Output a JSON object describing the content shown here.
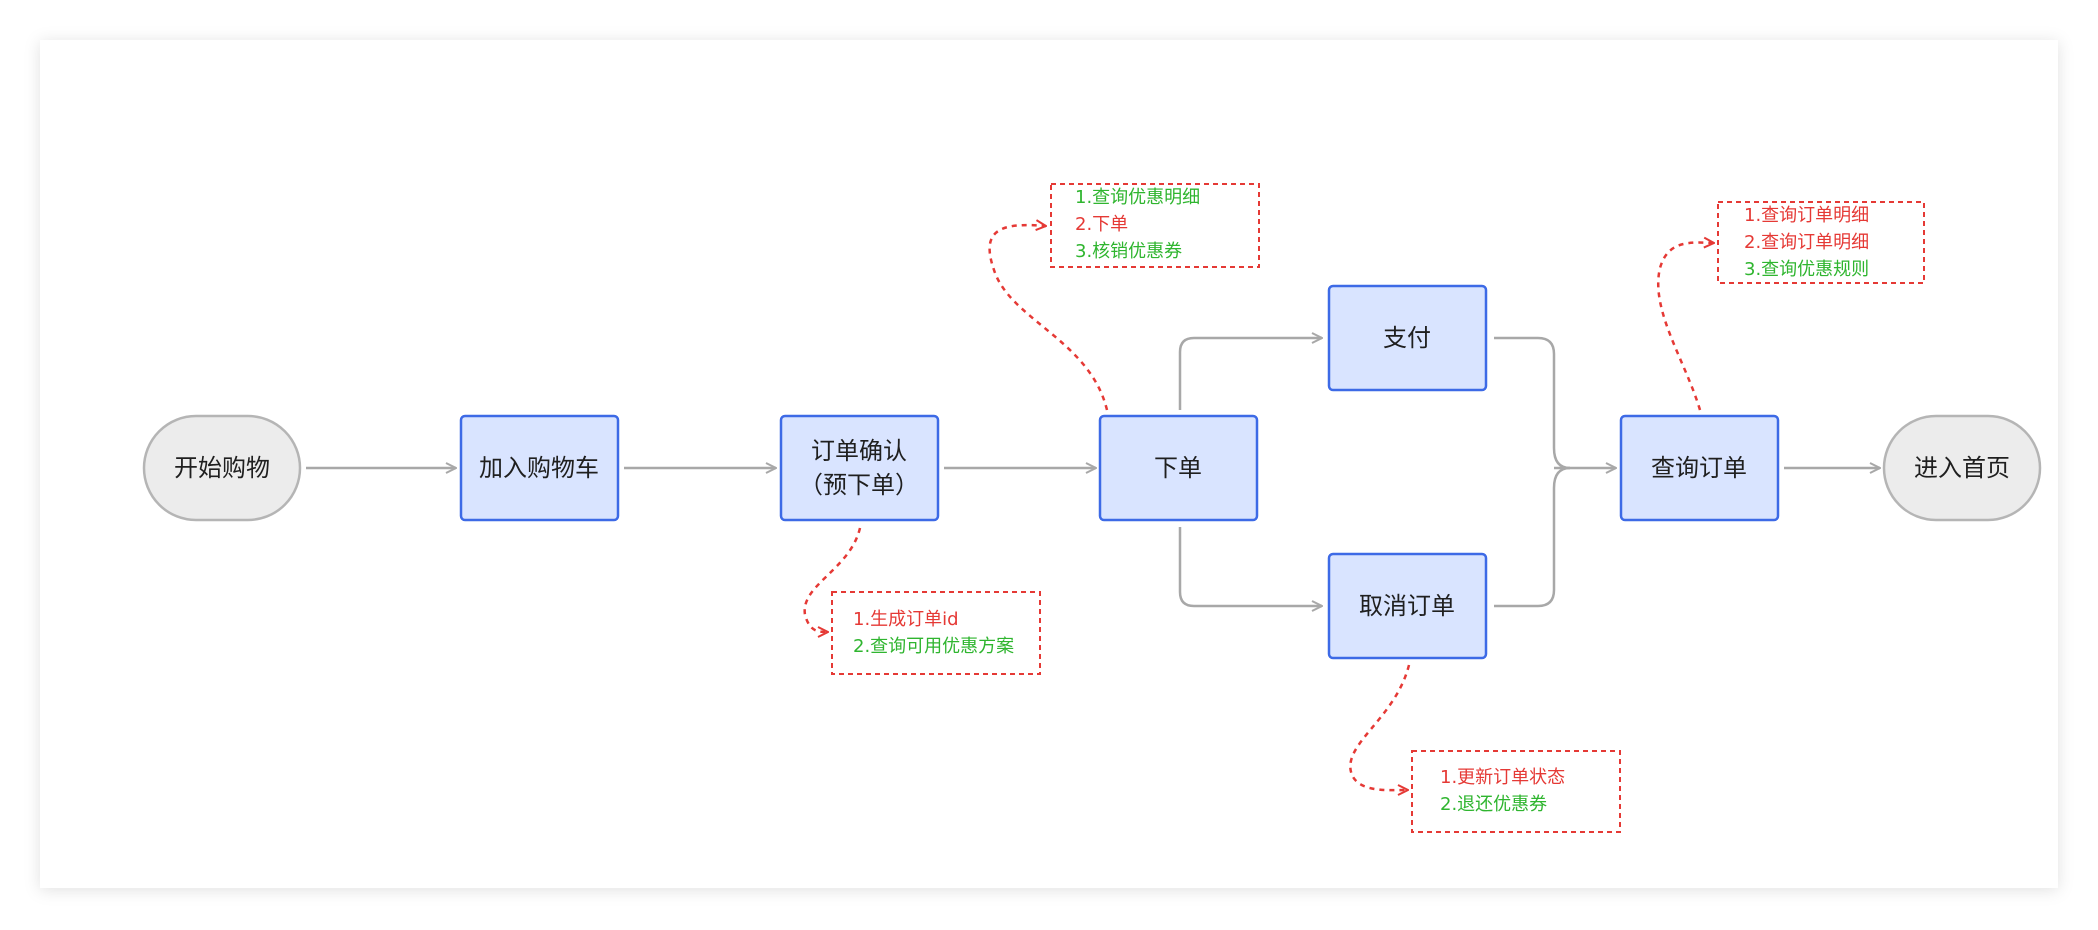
{
  "nodes": {
    "start": "开始购物",
    "add_to_cart": "加入购物车",
    "order_confirm_line1": "订单确认",
    "order_confirm_line2": "（预下单）",
    "place_order": "下单",
    "pay": "支付",
    "cancel_order": "取消订单",
    "query_order": "查询订单",
    "go_home": "进入首页"
  },
  "notes": {
    "place_order": [
      {
        "text": "1.查询优惠明细",
        "color": "green"
      },
      {
        "text": "2.下单",
        "color": "red"
      },
      {
        "text": "3.核销优惠券",
        "color": "green"
      }
    ],
    "order_confirm": [
      {
        "text": "1.生成订单id",
        "color": "red"
      },
      {
        "text": "2.查询可用优惠方案",
        "color": "green"
      }
    ],
    "cancel_order": [
      {
        "text": "1.更新订单状态",
        "color": "red"
      },
      {
        "text": "2.退还优惠券",
        "color": "green"
      }
    ],
    "query_order": [
      {
        "text": "1.查询订单明细",
        "color": "red"
      },
      {
        "text": "2.查询订单明细",
        "color": "red"
      },
      {
        "text": "3.查询优惠规则",
        "color": "green"
      }
    ]
  },
  "colors": {
    "process_fill": "#d9e4ff",
    "process_stroke": "#3d6ae6",
    "terminal_fill": "#ececec",
    "terminal_stroke": "#b5b5b5",
    "edge": "#a8a8a8",
    "note_border": "#e53935",
    "red": "#e53935",
    "green": "#2fb52f"
  }
}
